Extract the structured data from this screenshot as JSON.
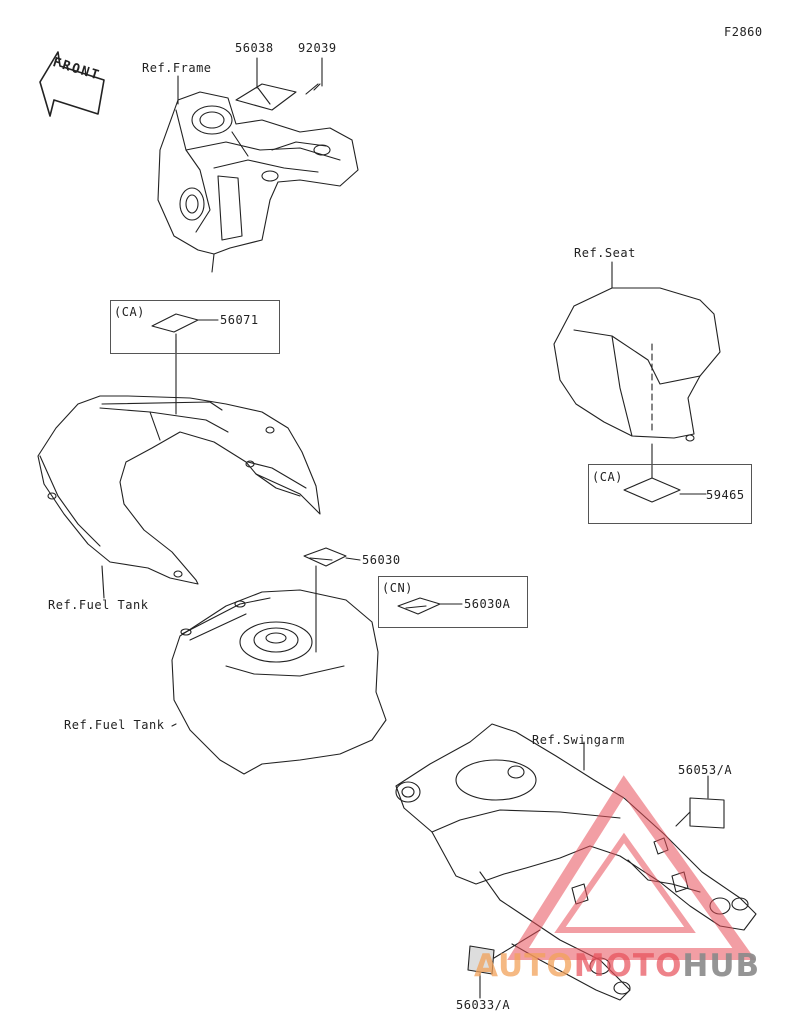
{
  "diagram_code": "F2860",
  "front_arrow_text": "FRONT",
  "labels": {
    "ref_frame": "Ref.Frame",
    "ref_seat": "Ref.Seat",
    "ref_fuel_tank_cover": "Ref.Fuel Tank",
    "ref_fuel_tank": "Ref.Fuel Tank",
    "ref_swingarm": "Ref.Swingarm"
  },
  "parts": {
    "p56038": "56038",
    "p92039": "92039",
    "p56071": "56071",
    "p59465": "59465",
    "p56030": "56030",
    "p56030A": "56030A",
    "p56053A": "56053/A",
    "p56033A": "56033/A"
  },
  "regions": {
    "ca_1": "(CA)",
    "ca_2": "(CA)",
    "cn": "(CN)"
  },
  "watermark": {
    "part1": "AUTO",
    "part2": "MOTO",
    "part3": "HUB",
    "color_orange": "#f2a25a",
    "color_red": "#e8505a",
    "color_gray": "#8a8a8a"
  }
}
